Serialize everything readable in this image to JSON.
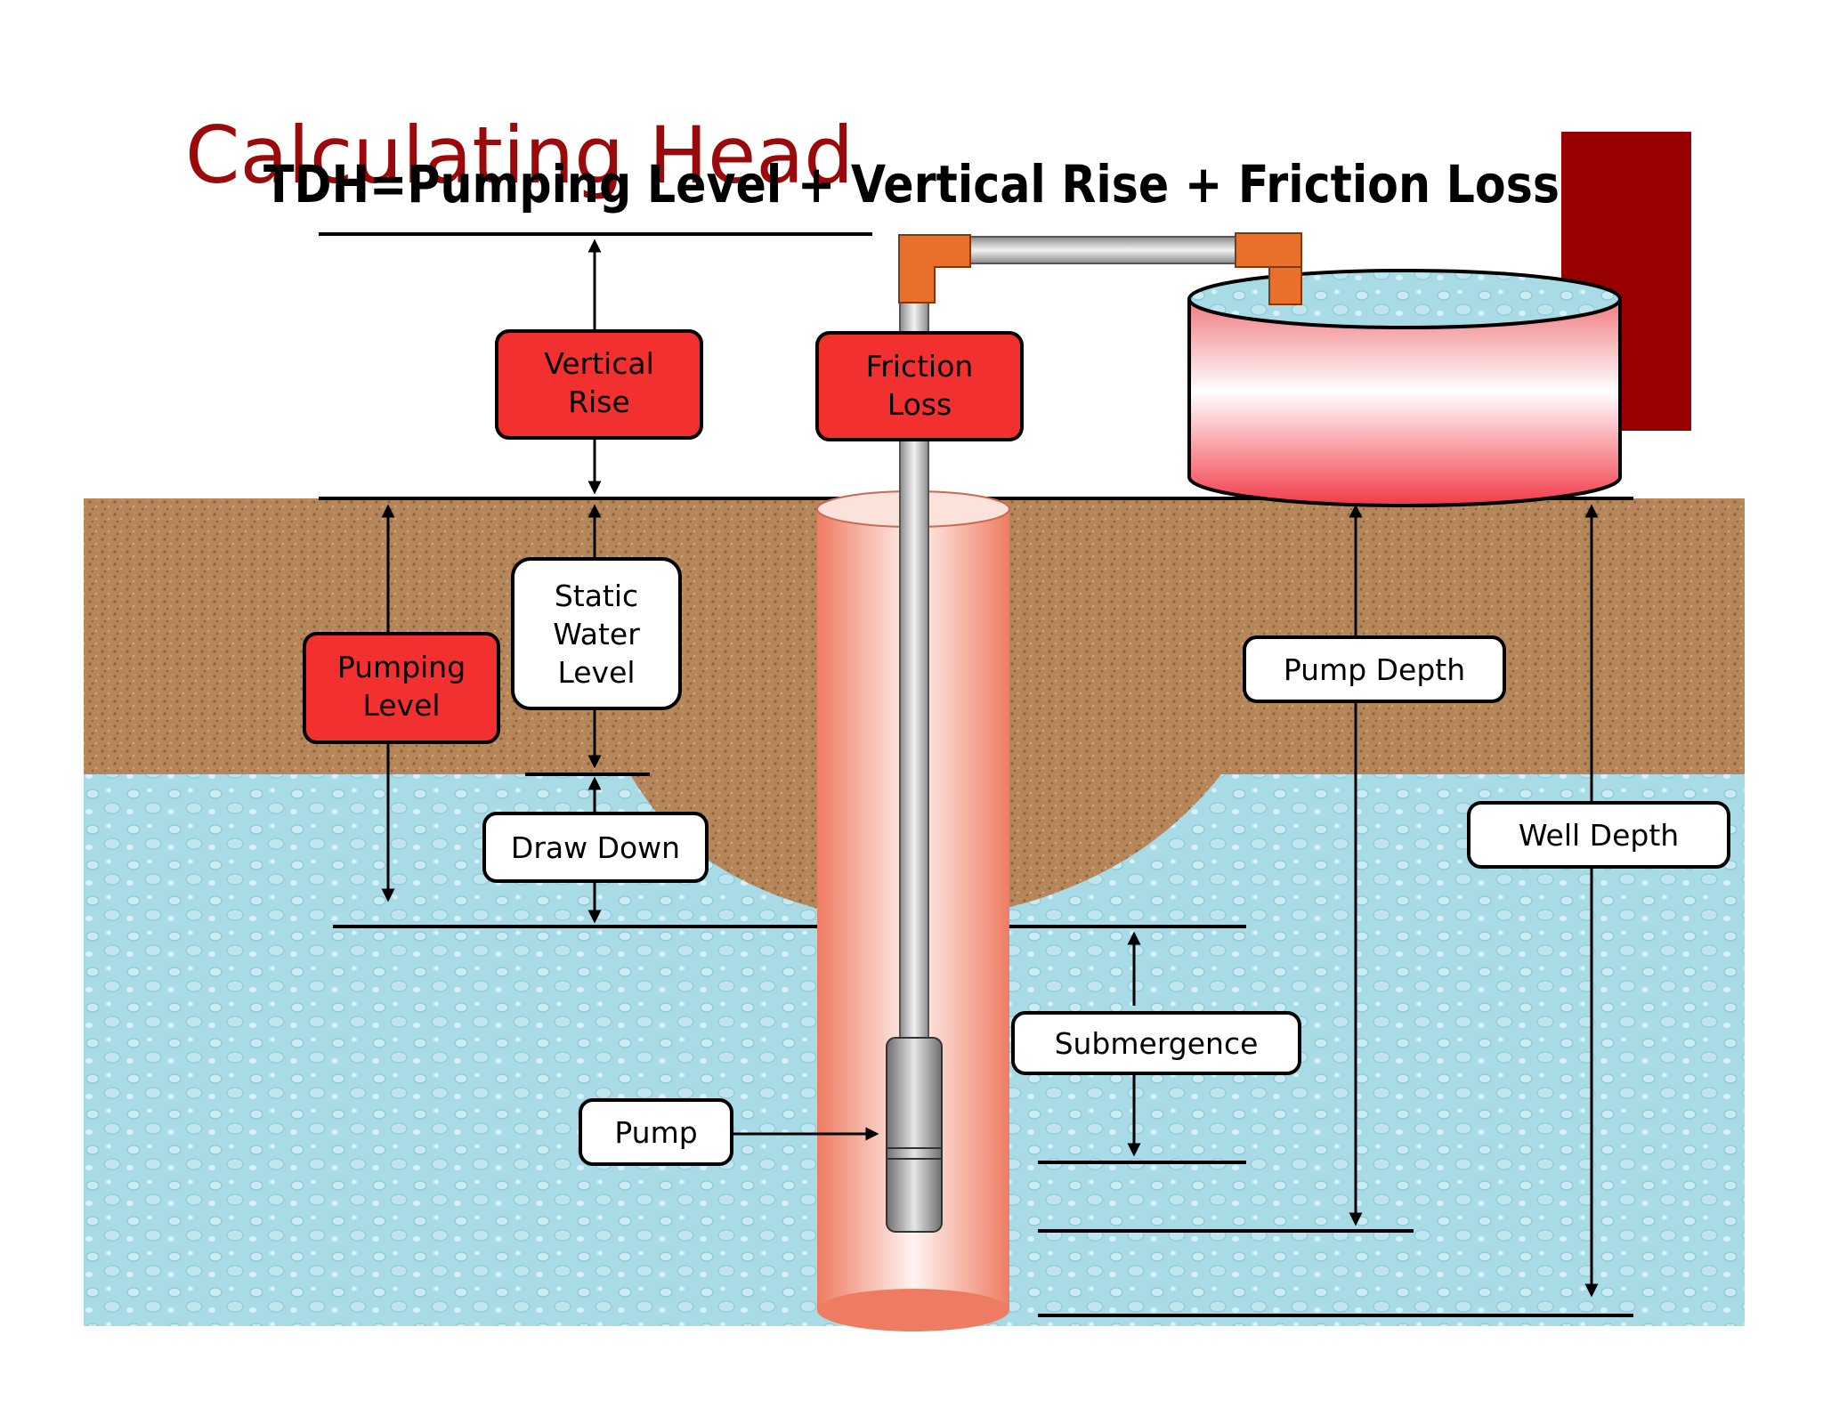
{
  "slide": {
    "title": "Calculating Head",
    "formula": "TDH=Pumping Level + Vertical Rise + Friction Loss"
  },
  "labels": {
    "vertical_rise": [
      "Vertical",
      "Rise"
    ],
    "friction_loss": [
      "Friction",
      "Loss"
    ],
    "static_water_level": [
      "Static",
      "Water",
      "Level"
    ],
    "pumping_level": [
      "Pumping",
      "Level"
    ],
    "draw_down": "Draw Down",
    "pump_depth": "Pump Depth",
    "well_depth": "Well Depth",
    "submergence": "Submergence",
    "pump": "Pump"
  },
  "colors": {
    "title": "#9b0a0a",
    "accent_block": "#990000",
    "red_box": "#f23030",
    "soil": "#b5865a",
    "water": "#a9dbe6",
    "elbow": "#e8702a",
    "casing": "#ee7c62"
  }
}
